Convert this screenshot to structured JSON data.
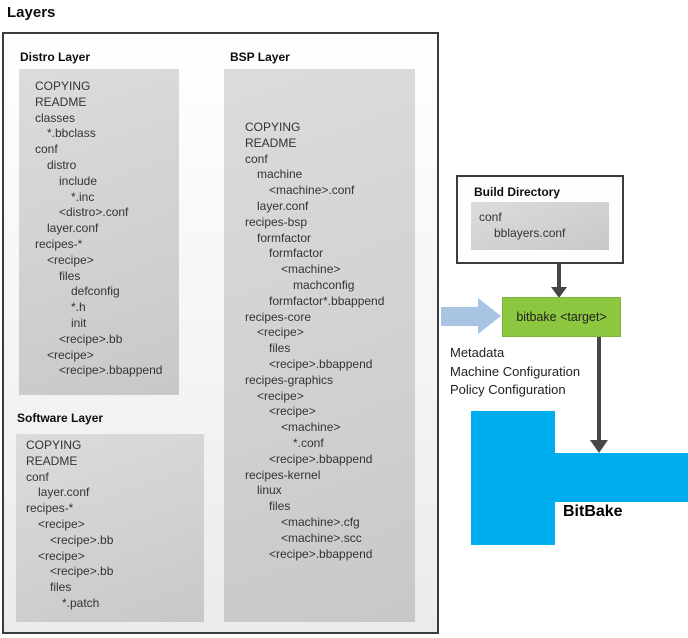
{
  "title": "Layers",
  "panels": [
    {
      "label": "Distro Layer",
      "entries": [
        [
          "COPYING",
          0
        ],
        [
          "README",
          0
        ],
        [
          "classes",
          0
        ],
        [
          "*.bbclass",
          1
        ],
        [
          "conf",
          0
        ],
        [
          "distro",
          1
        ],
        [
          "include",
          2
        ],
        [
          "*.inc",
          3
        ],
        [
          "<distro>.conf",
          2
        ],
        [
          "layer.conf",
          1
        ],
        [
          "recipes-*",
          0
        ],
        [
          "<recipe>",
          1
        ],
        [
          "files",
          2
        ],
        [
          "defconfig",
          3
        ],
        [
          "*.h",
          3
        ],
        [
          "init",
          3
        ],
        [
          "<recipe>.bb",
          2
        ],
        [
          "<recipe>",
          1
        ],
        [
          "<recipe>.bbappend",
          2
        ]
      ]
    },
    {
      "label": "BSP Layer",
      "entries": [
        [
          "COPYING",
          0
        ],
        [
          "README",
          0
        ],
        [
          "conf",
          0
        ],
        [
          "machine",
          1
        ],
        [
          "<machine>.conf",
          2
        ],
        [
          "layer.conf",
          1
        ],
        [
          "recipes-bsp",
          0
        ],
        [
          "formfactor",
          1
        ],
        [
          "formfactor",
          2
        ],
        [
          "<machine>",
          3
        ],
        [
          "machconfig",
          4
        ],
        [
          "formfactor*.bbappend",
          2
        ],
        [
          "recipes-core",
          0
        ],
        [
          "<recipe>",
          1
        ],
        [
          "files",
          2
        ],
        [
          "<recipe>.bbappend",
          2
        ],
        [
          "recipes-graphics",
          0
        ],
        [
          "<recipe>",
          1
        ],
        [
          "<recipe>",
          2
        ],
        [
          "<machine>",
          3
        ],
        [
          "*.conf",
          4
        ],
        [
          "<recipe>.bbappend",
          2
        ],
        [
          "recipes-kernel",
          0
        ],
        [
          "linux",
          1
        ],
        [
          "files",
          2
        ],
        [
          "<machine>.cfg",
          3
        ],
        [
          "<machine>.scc",
          3
        ],
        [
          "<recipe>.bbappend",
          2
        ]
      ]
    },
    {
      "label": "Software Layer",
      "entries": [
        [
          "COPYING",
          0
        ],
        [
          "README",
          0
        ],
        [
          "conf",
          0
        ],
        [
          "layer.conf",
          1
        ],
        [
          "recipes-*",
          0
        ],
        [
          "<recipe>",
          1
        ],
        [
          "<recipe>.bb",
          2
        ],
        [
          "<recipe>",
          1
        ],
        [
          "<recipe>.bb",
          2
        ],
        [
          "files",
          2
        ],
        [
          "*.patch",
          3
        ]
      ]
    }
  ],
  "build_directory": {
    "label": "Build Directory",
    "entries": [
      [
        "conf",
        0
      ],
      [
        "bblayers.conf",
        1
      ]
    ]
  },
  "bitbake_target": {
    "label": "bitbake <target>"
  },
  "annotations": [
    "Metadata",
    "Machine Configuration",
    "Policy Configuration"
  ],
  "bitbake": {
    "label": "BitBake"
  },
  "colors": {
    "accent_green": "#8dc63f",
    "accent_blue": "#00aeef",
    "arrow_light_blue": "#a9c3e3",
    "arrow_dark": "#464646",
    "panel_gray": "#d3d3d3"
  }
}
